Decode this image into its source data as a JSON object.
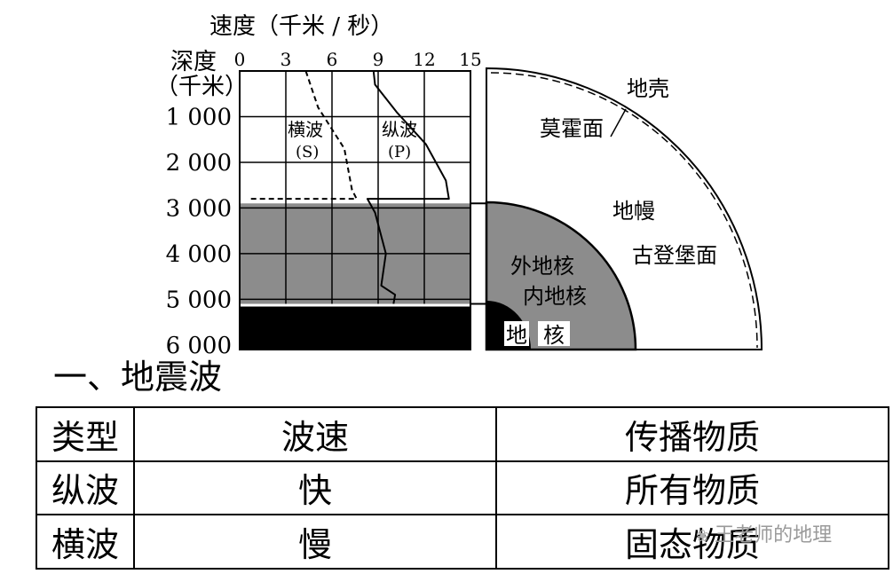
{
  "diagram": {
    "speed_axis_label": "速度（千米 / 秒）",
    "depth_label_1": "深度",
    "depth_label_2": "（千米）",
    "speed_ticks": [
      {
        "label": "0",
        "value": 0
      },
      {
        "label": "3",
        "value": 3
      },
      {
        "label": "6",
        "value": 6
      },
      {
        "label": "9",
        "value": 9
      },
      {
        "label": "12",
        "value": 12
      },
      {
        "label": "15",
        "value": 15
      }
    ],
    "depth_ticks": [
      {
        "label": "1 000",
        "value": 1000
      },
      {
        "label": "2 000",
        "value": 2000
      },
      {
        "label": "3 000",
        "value": 3000
      },
      {
        "label": "4 000",
        "value": 4000
      },
      {
        "label": "5 000",
        "value": 5000
      },
      {
        "label": "6 000",
        "value": 6000
      }
    ],
    "s_wave_label_1": "横波",
    "s_wave_label_2": "(S)",
    "p_wave_label_1": "纵波",
    "p_wave_label_2": "(P)",
    "s_wave_points": [
      [
        4.3,
        0
      ],
      [
        5.1,
        800
      ],
      [
        6.8,
        1700
      ],
      [
        7.3,
        2600
      ],
      [
        7.6,
        2800
      ],
      [
        0.5,
        2800
      ]
    ],
    "p_wave_points": [
      [
        8.7,
        0
      ],
      [
        8.8,
        300
      ],
      [
        10.2,
        900
      ],
      [
        12.1,
        1600
      ],
      [
        13.4,
        2400
      ],
      [
        13.6,
        2800
      ],
      [
        8.3,
        2800
      ],
      [
        8.8,
        3100
      ],
      [
        9.5,
        4000
      ],
      [
        9.2,
        4700
      ],
      [
        10.1,
        4900
      ],
      [
        10.0,
        5100
      ]
    ],
    "crust_label": "地壳",
    "moho_label": "莫霍面",
    "mantle_label": "地幔",
    "gutenberg_label": "古登堡面",
    "outer_core_label": "外地核",
    "inner_core_label": "内地核",
    "core_label_1": "地",
    "core_label_2": "核",
    "colors": {
      "outer_core": "#8c8c8c",
      "inner_core": "#000000",
      "line": "#000000",
      "background": "#ffffff"
    }
  },
  "section_title": "一、地震波",
  "table": {
    "headers": [
      "类型",
      "波速",
      "传播物质"
    ],
    "rows": [
      [
        "纵波",
        "快",
        "所有物质"
      ],
      [
        "横波",
        "慢",
        "固态物质"
      ]
    ]
  },
  "watermark": {
    "icon": "wechat-icon",
    "text": "王老师的地理"
  }
}
